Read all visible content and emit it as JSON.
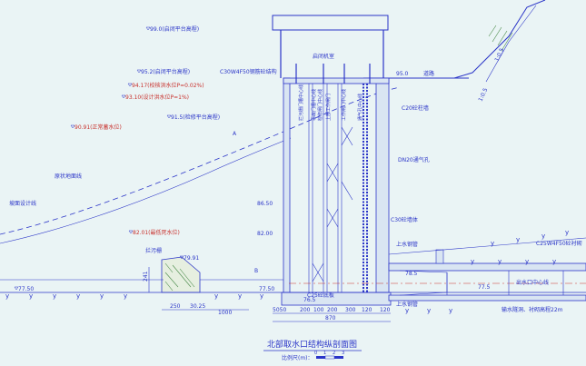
{
  "title": "北部取水口结构纵剖面图",
  "scale_label": "比例尺(m)：",
  "scale_ticks": [
    "0",
    "1",
    "2",
    "3"
  ],
  "elevations": {
    "top": "99.0(启闭平台高程)",
    "e95_2": "95.2(启闭平台高程)",
    "e94_17": "94.17(校核洪水位P=0.02%)",
    "e93_10": "93.10(设计洪水位P=1%)",
    "e91_5": "91.5(检修平台高程)",
    "e90_91": "90.91(正常蓄水位)",
    "e95_0": "95.0",
    "e86_5": "86.50",
    "e82_0": "82.00",
    "e82_01": "82.01(最低死水位)",
    "e79_91": "79.91",
    "e78_5": "78.5",
    "e77_5_left": "77.50",
    "e77_5_mid": "77.50",
    "e76_5": "76.5",
    "e77_5_right": "77.5"
  },
  "labels": {
    "hoist_room": "启闭机室",
    "c30": "C30W4F50钢筋砼结构",
    "road": "道路",
    "c20_column": "C20砼柱墙",
    "vent": "DN20通气孔",
    "c30_mid": "C30砼墙体",
    "upper_pipe": "上水钢管",
    "lower_pipe": "上水钢管",
    "c25_pipe": "C25W4F50砼衬砌",
    "c25_bottom": "C25砼底板",
    "intake_center": "出水口中心线",
    "outlet_line": "输水隧洞、衬砌高程22m",
    "trash_rack": "拦污栅",
    "excavation": "原状地面线",
    "design_line": "坡面设计线",
    "slope_a": "A",
    "slope_b": "B",
    "grade_top": "1:0.5",
    "grade_mid": "1:0.5",
    "gate1": "拦污栅门槽中心线",
    "gate2": "事故门槽中心线",
    "gate3": "检修闸门中心线",
    "gate4": "上部工作闸门",
    "gate5": "工作闸门中心线",
    "gate6": "通气孔中心线"
  },
  "dims": {
    "d250": "250",
    "d30_25": "30.25",
    "d1000": "1000",
    "d241": "241",
    "d5050": "5050",
    "d200a": "200",
    "d100": "100",
    "d200b": "200",
    "d300": "300",
    "d120a": "120",
    "d120b": "120",
    "d870": "870"
  }
}
